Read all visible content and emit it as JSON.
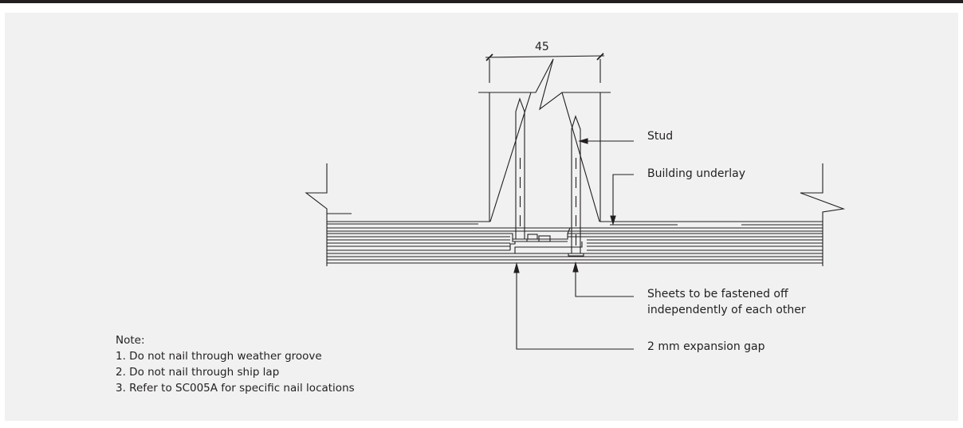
{
  "dimension": {
    "value": "45"
  },
  "labels": {
    "stud": "Stud",
    "underlay": "Building underlay",
    "sheets_line1": "Sheets to be fastened off",
    "sheets_line2": "independently of each other",
    "gap": "2 mm expansion gap"
  },
  "notes": {
    "heading": "Note:",
    "items": [
      "1. Do not nail through weather groove",
      "2. Do not nail through ship lap",
      "3. Refer to SC005A for specific nail locations"
    ]
  },
  "colors": {
    "line": "#231f20",
    "panel": "#f1f1f1",
    "rule": "#231f20"
  }
}
